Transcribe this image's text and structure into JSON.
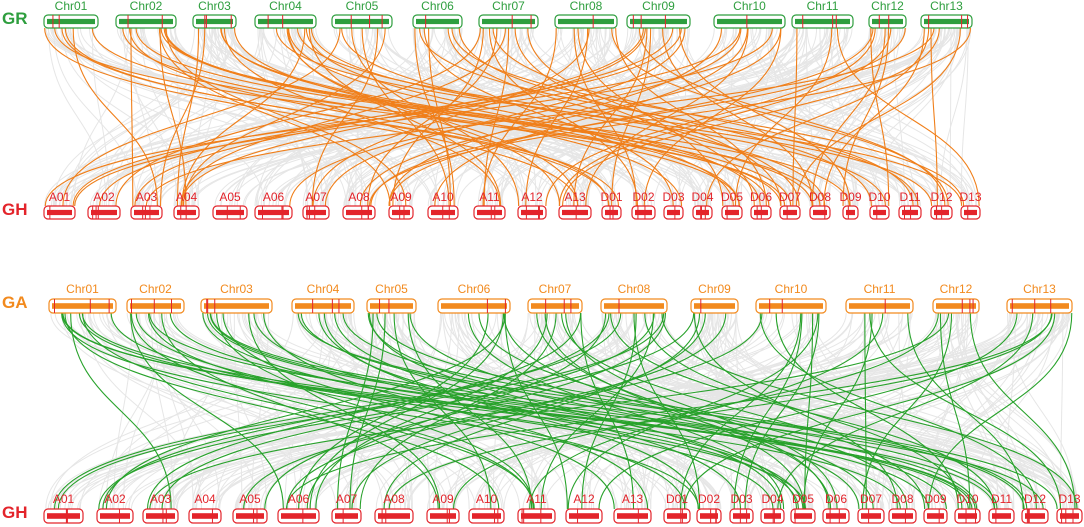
{
  "colors": {
    "gr": "#2e9e3e",
    "gh": "#e3242b",
    "ga": "#f28a1e",
    "orange_link": "#f07f1a",
    "green_link": "#28a22b",
    "background_link": "#e6e6e6"
  },
  "panels": [
    {
      "top": {
        "genome": "GR",
        "color_key": "gr",
        "chromosomes": [
          "Chr01",
          "Chr02",
          "Chr03",
          "Chr04",
          "Chr05",
          "Chr06",
          "Chr07",
          "Chr08",
          "Chr09",
          "Chr10",
          "Chr11",
          "Chr12",
          "Chr13"
        ]
      },
      "bottom": {
        "genome": "GH",
        "color_key": "gh",
        "chromosomes": [
          "A01",
          "A02",
          "A03",
          "A04",
          "A05",
          "A06",
          "A07",
          "A08",
          "A09",
          "A10",
          "A11",
          "A12",
          "A13",
          "D01",
          "D02",
          "D03",
          "D04",
          "D05",
          "D06",
          "D07",
          "D08",
          "D09",
          "D10",
          "D11",
          "D12",
          "D13"
        ]
      },
      "link_color_key": "orange_link"
    },
    {
      "top": {
        "genome": "GA",
        "color_key": "ga",
        "chromosomes": [
          "Chr01",
          "Chr02",
          "Chr03",
          "Chr04",
          "Chr05",
          "Chr06",
          "Chr07",
          "Chr08",
          "Chr09",
          "Chr10",
          "Chr11",
          "Chr12",
          "Chr13"
        ]
      },
      "bottom": {
        "genome": "GH",
        "color_key": "gh",
        "chromosomes": [
          "A01",
          "A02",
          "A03",
          "A04",
          "A05",
          "A06",
          "A07",
          "A08",
          "A09",
          "A10",
          "A11",
          "A12",
          "A13",
          "D01",
          "D02",
          "D03",
          "D04",
          "D05",
          "D06",
          "D07",
          "D08",
          "D09",
          "D10",
          "D11",
          "D12",
          "D13"
        ]
      },
      "link_color_key": "green_link"
    }
  ]
}
